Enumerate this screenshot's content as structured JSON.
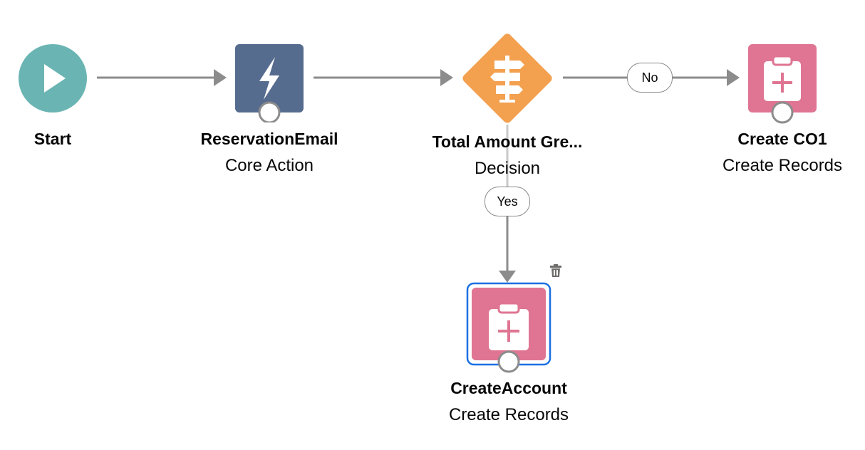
{
  "colors": {
    "start": "#6ab5b3",
    "action": "#566c8f",
    "decision": "#f3a04f",
    "create": "#df7592",
    "connector": "#8c8c8c",
    "selection": "#1b6fe3"
  },
  "nodes": {
    "start": {
      "title": "Start",
      "icon": "play-icon"
    },
    "reservation": {
      "title": "ReservationEmail",
      "subtitle": "Core Action",
      "icon": "lightning-icon"
    },
    "decision": {
      "title": "Total Amount Gre...",
      "subtitle": "Decision",
      "icon": "signpost-icon"
    },
    "create_co1": {
      "title": "Create CO1",
      "subtitle": "Create Records",
      "icon": "clipboard-add-icon"
    },
    "create_account": {
      "title": "CreateAccount",
      "subtitle": "Create Records",
      "icon": "clipboard-add-icon",
      "selected": true
    }
  },
  "connectors": {
    "no_label": "No",
    "yes_label": "Yes"
  },
  "actions": {
    "delete_icon": "trash-icon"
  }
}
